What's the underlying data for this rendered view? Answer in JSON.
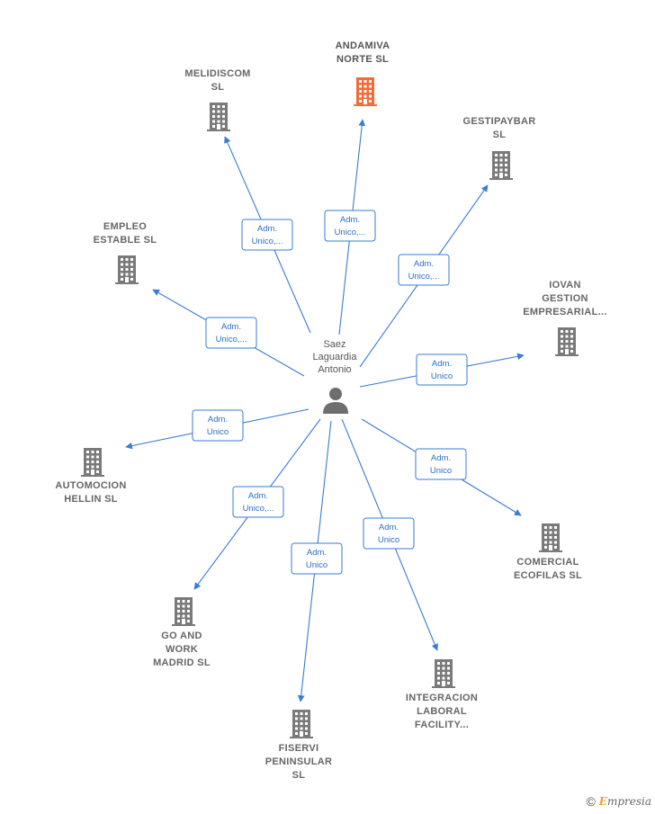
{
  "center": {
    "name_lines": [
      "Saez",
      "Laguardia",
      "Antonio"
    ],
    "icon": "person-icon"
  },
  "companies": [
    {
      "id": "andamiva",
      "lines": [
        "ANDAMIVA",
        "NORTE  SL"
      ],
      "highlight": true,
      "role": [
        "Adm.",
        "Unico,..."
      ]
    },
    {
      "id": "melidiscom",
      "lines": [
        "MELIDISCOM",
        "SL"
      ],
      "highlight": false,
      "role": [
        "Adm.",
        "Unico,..."
      ]
    },
    {
      "id": "gestipaybar",
      "lines": [
        "GESTIPAYBAR",
        "SL"
      ],
      "highlight": false,
      "role": [
        "Adm.",
        "Unico,..."
      ]
    },
    {
      "id": "empleo",
      "lines": [
        "EMPLEO",
        "ESTABLE  SL"
      ],
      "highlight": false,
      "role": [
        "Adm.",
        "Unico,..."
      ]
    },
    {
      "id": "iovan",
      "lines": [
        "IOVAN",
        "GESTION",
        "EMPRESARIAL..."
      ],
      "highlight": false,
      "role": [
        "Adm.",
        "Unico"
      ]
    },
    {
      "id": "automocion",
      "lines": [
        "AUTOMOCION",
        "HELLIN  SL"
      ],
      "highlight": false,
      "role": [
        "Adm.",
        "Unico"
      ]
    },
    {
      "id": "comercial",
      "lines": [
        "COMERCIAL",
        "ECOFILAS  SL"
      ],
      "highlight": false,
      "role": [
        "Adm.",
        "Unico"
      ]
    },
    {
      "id": "goandwork",
      "lines": [
        "GO AND",
        "WORK",
        "MADRID  SL"
      ],
      "highlight": false,
      "role": [
        "Adm.",
        "Unico,..."
      ]
    },
    {
      "id": "fiservi",
      "lines": [
        "FISERVI",
        "PENINSULAR",
        "SL"
      ],
      "highlight": false,
      "role": [
        "Adm.",
        "Unico"
      ]
    },
    {
      "id": "integracion",
      "lines": [
        "INTEGRACION",
        "LABORAL",
        "FACILITY..."
      ],
      "highlight": false,
      "role": [
        "Adm.",
        "Unico"
      ]
    }
  ],
  "colors": {
    "edge": "#3a7bd5",
    "building": "#7a7a7a",
    "building_highlight": "#f26b3a",
    "person": "#6e6e6e"
  },
  "footer": {
    "copyright_symbol": "©",
    "brand_initial": "E",
    "brand_rest": "mpresia"
  }
}
